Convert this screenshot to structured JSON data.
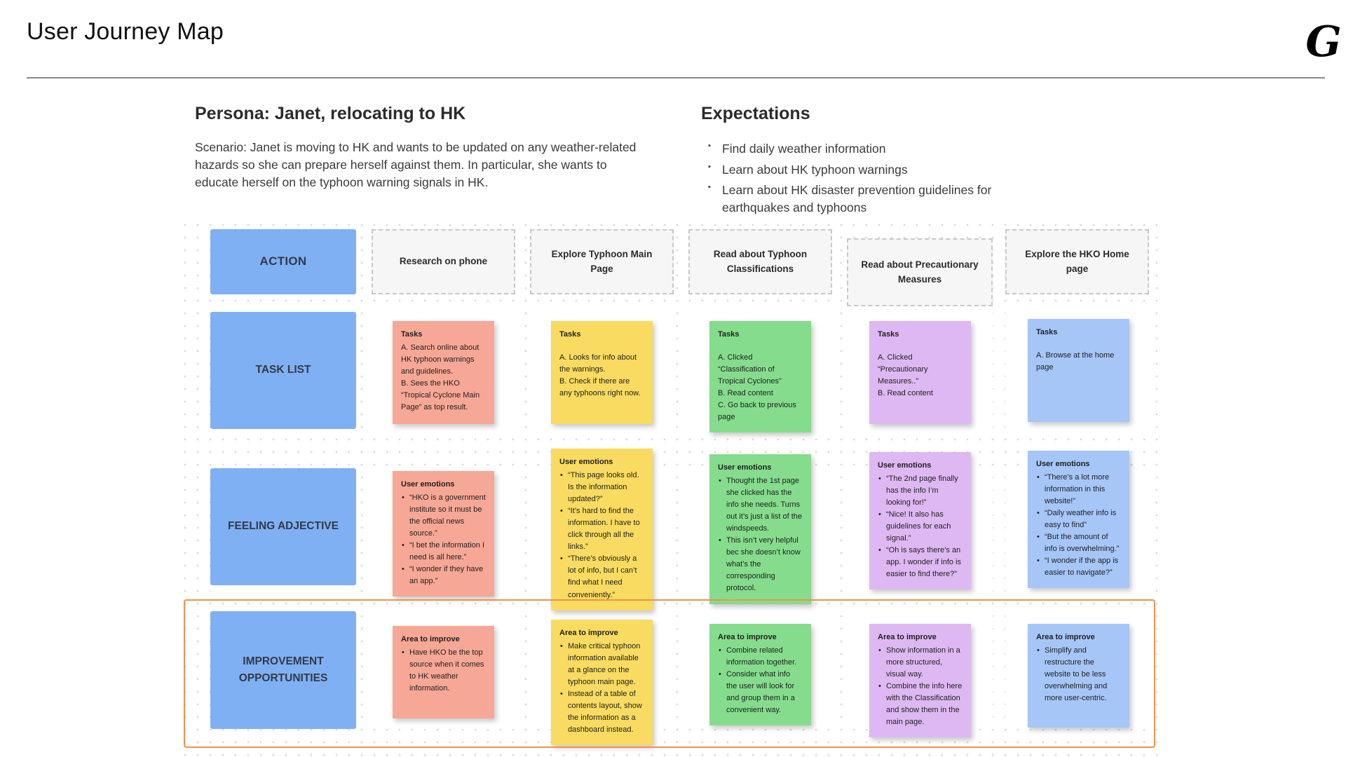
{
  "header": {
    "title": "User Journey Map",
    "logo_glyph": "G"
  },
  "persona": {
    "heading": "Persona: Janet, relocating to HK",
    "scenario": "Scenario: Janet is moving to HK and wants to be updated on any weather-related hazards so she can prepare herself against them. In particular, she wants to educate herself on the typhoon warning signals in HK."
  },
  "expectations": {
    "heading": "Expectations",
    "items": [
      "Find daily weather information",
      "Learn about HK typhoon warnings",
      "Learn about HK disaster prevention guidelines for earthquakes and typhoons"
    ]
  },
  "journey": {
    "rows": [
      "ACTION",
      "TASK LIST",
      "FEELING ADJECTIVE",
      "IMPROVEMENT OPPORTUNITIES"
    ],
    "stages": [
      "Research on phone",
      "Explore Typhoon Main Page",
      "Read about Typhoon Classifications",
      "Read about Precautionary Measures",
      "Explore the HKO Home page"
    ],
    "task_list": [
      {
        "title": "Tasks",
        "lines": [
          "A. Search online about HK typhoon warnings and guidelines.",
          "B. Sees the HKO “Tropical Cyclone Main Page” as top result."
        ]
      },
      {
        "title": "Tasks",
        "lines": [
          "A. Looks for info about the warnings.",
          "B. Check if there are any typhoons right now."
        ]
      },
      {
        "title": "Tasks",
        "lines": [
          "A. Clicked “Classification of Tropical Cyclones”",
          "B. Read content",
          "C. Go back to previous page"
        ]
      },
      {
        "title": "Tasks",
        "lines": [
          "A. Clicked “Precautionary Measures..”",
          "B. Read content"
        ]
      },
      {
        "title": "Tasks",
        "lines": [
          "A. Browse at the home page"
        ]
      }
    ],
    "feelings": [
      {
        "title": "User emotions",
        "bullets": [
          "“HKO is a government institute so it must be the official news source.”",
          "“I bet the information I need is all here.”",
          "“I wonder if they have an app.”"
        ]
      },
      {
        "title": "User emotions",
        "bullets": [
          "“This page looks old. Is the information updated?”",
          "“It’s hard to find the information. I have to click through all the links.”",
          "“There’s obviously a lot of info, but I can’t find what I need conveniently.”"
        ]
      },
      {
        "title": "User emotions",
        "bullets": [
          "Thought the 1st page she clicked has the info she needs. Turns out it’s just a list of the windspeeds.",
          "This isn’t very helpful bec she doesn’t know what’s the corresponding protocol."
        ]
      },
      {
        "title": "User emotions",
        "bullets": [
          "“The 2nd page finally has the info I’m looking for!”",
          "“Nice! It also has guidelines for each signal.”",
          "“Oh is says there’s an app. I wonder if info is easier to find there?”"
        ]
      },
      {
        "title": "User emotions",
        "bullets": [
          "“There’s a lot more information in this website!”",
          "“Daily weather info is easy to find”",
          "“But the amount of info is overwhelming.”",
          "“I wonder if the app is easier to navigate?”"
        ]
      }
    ],
    "improvements": [
      {
        "title": "Area to improve",
        "bullets": [
          "Have HKO be the top source when it comes to HK weather information."
        ]
      },
      {
        "title": "Area to improve",
        "bullets": [
          "Make critical typhoon information available at a glance on the typhoon main page.",
          "Instead of a table of contents layout, show the information as a dashboard instead."
        ]
      },
      {
        "title": "Area to improve",
        "bullets": [
          "Combine related information together.",
          "Consider what info the user will look for and group them in a convenient way."
        ]
      },
      {
        "title": "Area to improve",
        "bullets": [
          "Show information in a more structured, visual way.",
          "Combine the info here with the Classification and show them in the main page."
        ]
      },
      {
        "title": "Area to improve",
        "bullets": [
          "Simplify and restructure the website to be less overwhelming and more user-centric."
        ]
      }
    ]
  },
  "colors": {
    "row_header_blue": "#7fb0f4",
    "note_salmon": "#f7a795",
    "note_yellow": "#f8db60",
    "note_green": "#85dc8d",
    "note_purple": "#deb8f2",
    "note_blue": "#a5c6f7",
    "highlight_orange": "#f0914b",
    "stage_box_fill": "#f6f6f6"
  }
}
